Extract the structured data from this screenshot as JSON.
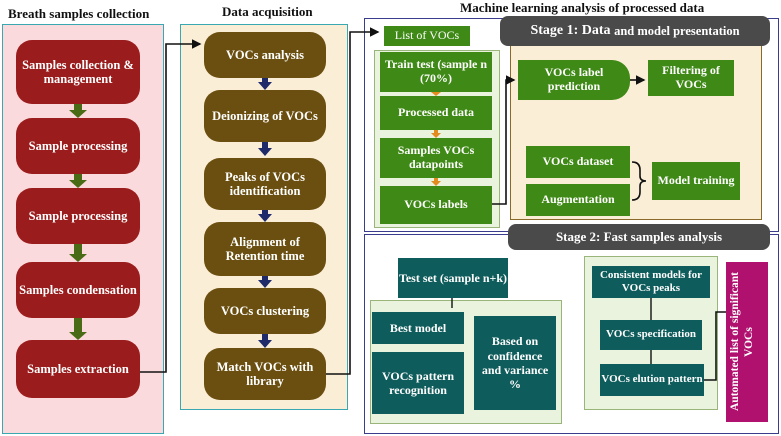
{
  "headers": {
    "breath": "Breath samples collection",
    "acquisition": "Data acquisition",
    "ml": "Machine learning analysis of processed data"
  },
  "collection_steps": [
    "Samples collection & management",
    "Sample processing",
    "Sample processing",
    "Samples condensation",
    "Samples extraction"
  ],
  "acquisition_steps": [
    "VOCs analysis",
    "Deionizing of VOCs",
    "Peaks of VOCs identification",
    "Alignment of Retention time",
    "VOCs clustering",
    "Match VOCs with library"
  ],
  "stage1": {
    "title_main": "Stage 1: Data ",
    "title_and": "and model presentation",
    "list_label": "List of VOCs",
    "train_test": "Train test (sample n (70%)",
    "processed_data": "Processed data",
    "samples_datapoints": "Samples VOCs datapoints",
    "vocs_labels": "VOCs labels",
    "label_prediction": "VOCs label prediction",
    "filtering": "Filtering of VOCs",
    "dataset": "VOCs dataset",
    "augmentation": "Augmentation",
    "model_training": "Model training"
  },
  "stage2": {
    "title": "Stage 2: Fast samples analysis",
    "test_set": "Test set (sample n+k)",
    "best_model": "Best model",
    "confidence": "Based on confidence and variance %",
    "pattern_recognition": "VOCs pattern recognition",
    "consistent_models": "Consistent models for VOCs peaks",
    "specification": "VOCs specification",
    "elution": "VOCs elution pattern",
    "automated_list": "Automated list of significant VOCs"
  },
  "colors": {
    "pink_panel": "#fadadd",
    "cream_panel": "#fbeed6",
    "light_green_panel": "#eaf3dd",
    "red_pill": "#9b1c1c",
    "olive_pill": "#6b4f10",
    "green_box": "#3f8a16",
    "teal_box": "#0f5c5c",
    "stage_gray": "#4a4a4a",
    "magenta": "#b0106e",
    "arrow_olive": "#4a6b16",
    "arrow_navy": "#1f2a6b"
  }
}
